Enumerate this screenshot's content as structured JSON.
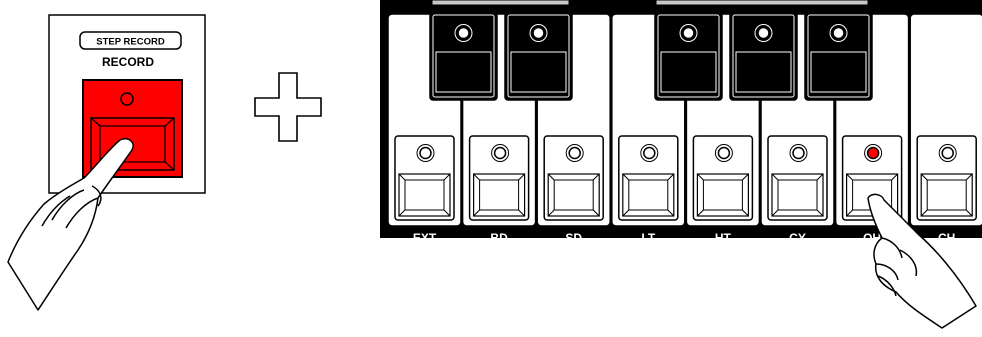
{
  "record_panel": {
    "panel_label": "STEP RECORD",
    "button_label": "RECORD",
    "button_color": "#ff0000"
  },
  "operator": "plus",
  "keyboard": {
    "white_keys": [
      {
        "label": "EXT",
        "led": "off"
      },
      {
        "label": "BD",
        "led": "off"
      },
      {
        "label": "SD",
        "led": "off"
      },
      {
        "label": "LT",
        "led": "off"
      },
      {
        "label": "HT",
        "led": "off"
      },
      {
        "label": "CY",
        "led": "off"
      },
      {
        "label": "OH",
        "led": "on"
      },
      {
        "label": "CH",
        "led": "off"
      }
    ],
    "black_key_count": 5,
    "led_on_color": "#ff0000",
    "panel_color": "#000000"
  }
}
